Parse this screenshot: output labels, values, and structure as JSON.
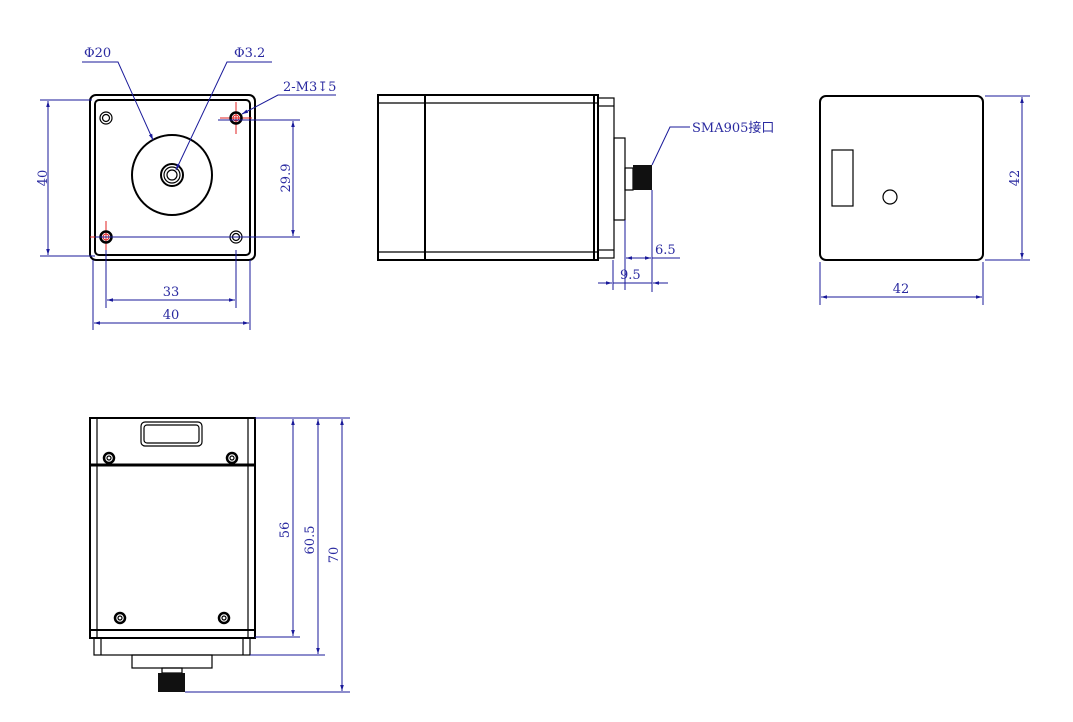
{
  "front_view": {
    "dia_flange": "Φ20",
    "dia_fiber": "Φ3.2",
    "thread": "2-M3↧5",
    "height": "40",
    "hole_spacing_v": "29.9",
    "hole_spacing_h": "33",
    "width": "40"
  },
  "side_view": {
    "connector_label": "SMA905接口",
    "dim_connector": "6.5",
    "dim_protrusion": "9.5"
  },
  "rear_view": {
    "height": "42",
    "width": "42"
  },
  "bottom_view": {
    "dim_body": "56",
    "dim_with_flange": "60.5",
    "dim_total": "70"
  },
  "colors": {
    "dimension": "#1a1a9a",
    "centerline": "#e02020",
    "outline": "#000000"
  }
}
